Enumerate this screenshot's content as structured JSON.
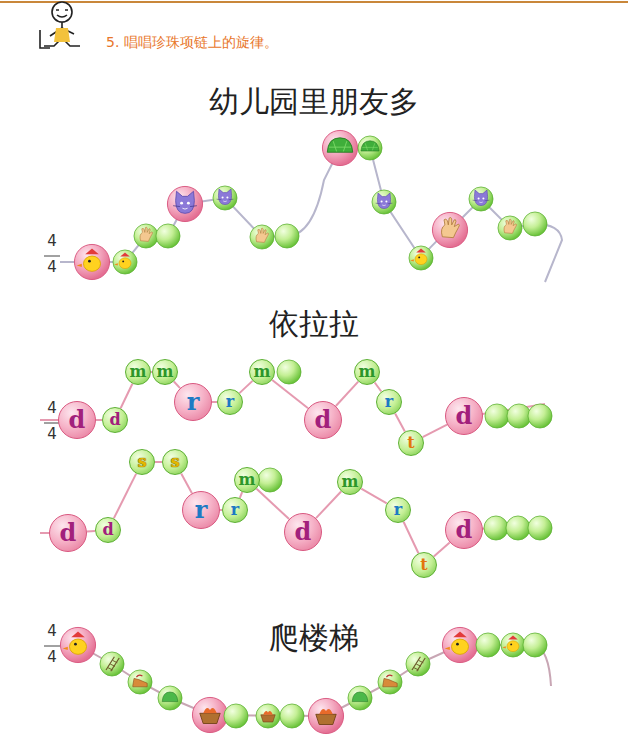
{
  "diagram": {
    "title": "5. 唱唱珍珠项链上的旋律。",
    "nodes": [
      {
        "text": [
          "d"
        ]
      },
      {
        "text": [
          "d"
        ]
      },
      {
        "text": [
          "m"
        ]
      },
      {
        "text": [
          "m"
        ]
      },
      {
        "text": [
          "r"
        ]
      },
      {
        "text": [
          "r"
        ]
      },
      {
        "text": [
          "m"
        ]
      },
      {
        "text": [
          "d"
        ]
      },
      {
        "text": [
          "m"
        ]
      },
      {
        "text": [
          "r"
        ]
      },
      {
        "text": [
          "t"
        ]
      },
      {
        "text": [
          "d"
        ]
      },
      {
        "text": [
          "d"
        ]
      },
      {
        "text": [
          "d"
        ]
      },
      {
        "text": [
          "s"
        ]
      },
      {
        "text": [
          "s"
        ]
      },
      {
        "text": [
          "r"
        ]
      },
      {
        "text": [
          "r"
        ]
      },
      {
        "text": [
          "m"
        ]
      },
      {
        "text": [
          "d"
        ]
      },
      {
        "text": [
          "m"
        ]
      },
      {
        "text": [
          "r"
        ]
      },
      {
        "text": [
          "t"
        ]
      },
      {
        "text": [
          "d"
        ]
      }
    ],
    "edges": [
      {
        "from": 0,
        "to": 1,
        "arrow": "none"
      },
      {
        "from": 1,
        "to": 2,
        "arrow": "none"
      },
      {
        "from": 2,
        "to": 3,
        "arrow": "none"
      },
      {
        "from": 3,
        "to": 4,
        "arrow": "none"
      },
      {
        "from": 4,
        "to": 5,
        "arrow": "none"
      },
      {
        "from": 5,
        "to": 6,
        "arrow": "none"
      },
      {
        "from": 6,
        "to": 7,
        "arrow": "none"
      },
      {
        "from": 7,
        "to": 8,
        "arrow": "none"
      },
      {
        "from": 8,
        "to": 9,
        "arrow": "none"
      },
      {
        "from": 9,
        "to": 10,
        "arrow": "none"
      },
      {
        "from": 10,
        "to": 11,
        "arrow": "none"
      },
      {
        "from": 12,
        "to": 13,
        "arrow": "none"
      },
      {
        "from": 13,
        "to": 14,
        "arrow": "none"
      },
      {
        "from": 14,
        "to": 15,
        "arrow": "none"
      },
      {
        "from": 15,
        "to": 16,
        "arrow": "none"
      },
      {
        "from": 16,
        "to": 17,
        "arrow": "none"
      },
      {
        "from": 17,
        "to": 18,
        "arrow": "none"
      },
      {
        "from": 18,
        "to": 19,
        "arrow": "none"
      },
      {
        "from": 19,
        "to": 20,
        "arrow": "none"
      },
      {
        "from": 20,
        "to": 21,
        "arrow": "none"
      },
      {
        "from": 21,
        "to": 22,
        "arrow": "none"
      },
      {
        "from": 22,
        "to": 23,
        "arrow": "none"
      }
    ],
    "labels": [
      "幼儿园里朋友多",
      "依拉拉",
      "爬楼梯",
      "4",
      "4",
      "4",
      "4",
      "4",
      "4"
    ]
  }
}
